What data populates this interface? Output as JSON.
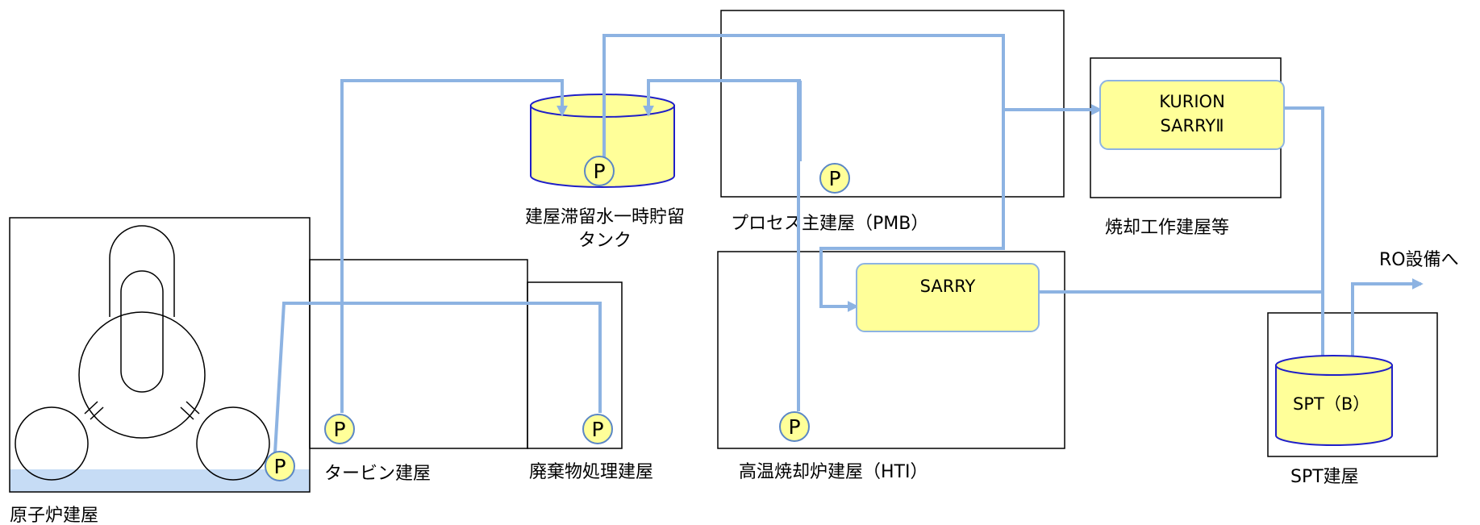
{
  "buildings": {
    "reactor": "原子炉建屋",
    "turbine": "タービン建屋",
    "waste": "廃棄物処理建屋",
    "tank": [
      "建屋滞留水一時貯留",
      "タンク"
    ],
    "pmb": "プロセス主建屋（PMB）",
    "hti": "高温焼却炉建屋（HTI）",
    "incin": "焼却工作建屋等",
    "spt_building": "SPT建屋"
  },
  "equipment": {
    "kurion": [
      "KURION",
      "SARRYⅡ"
    ],
    "sarry": "SARRY",
    "spt_b": "SPT（B）"
  },
  "outlet": "RO設備へ",
  "pump_label": "P",
  "colors": {
    "pipe": "#8db3e2",
    "equipment_fill": "#ffff99",
    "water": "#c6dcf5",
    "tank_outline": "#1f1fc8"
  }
}
